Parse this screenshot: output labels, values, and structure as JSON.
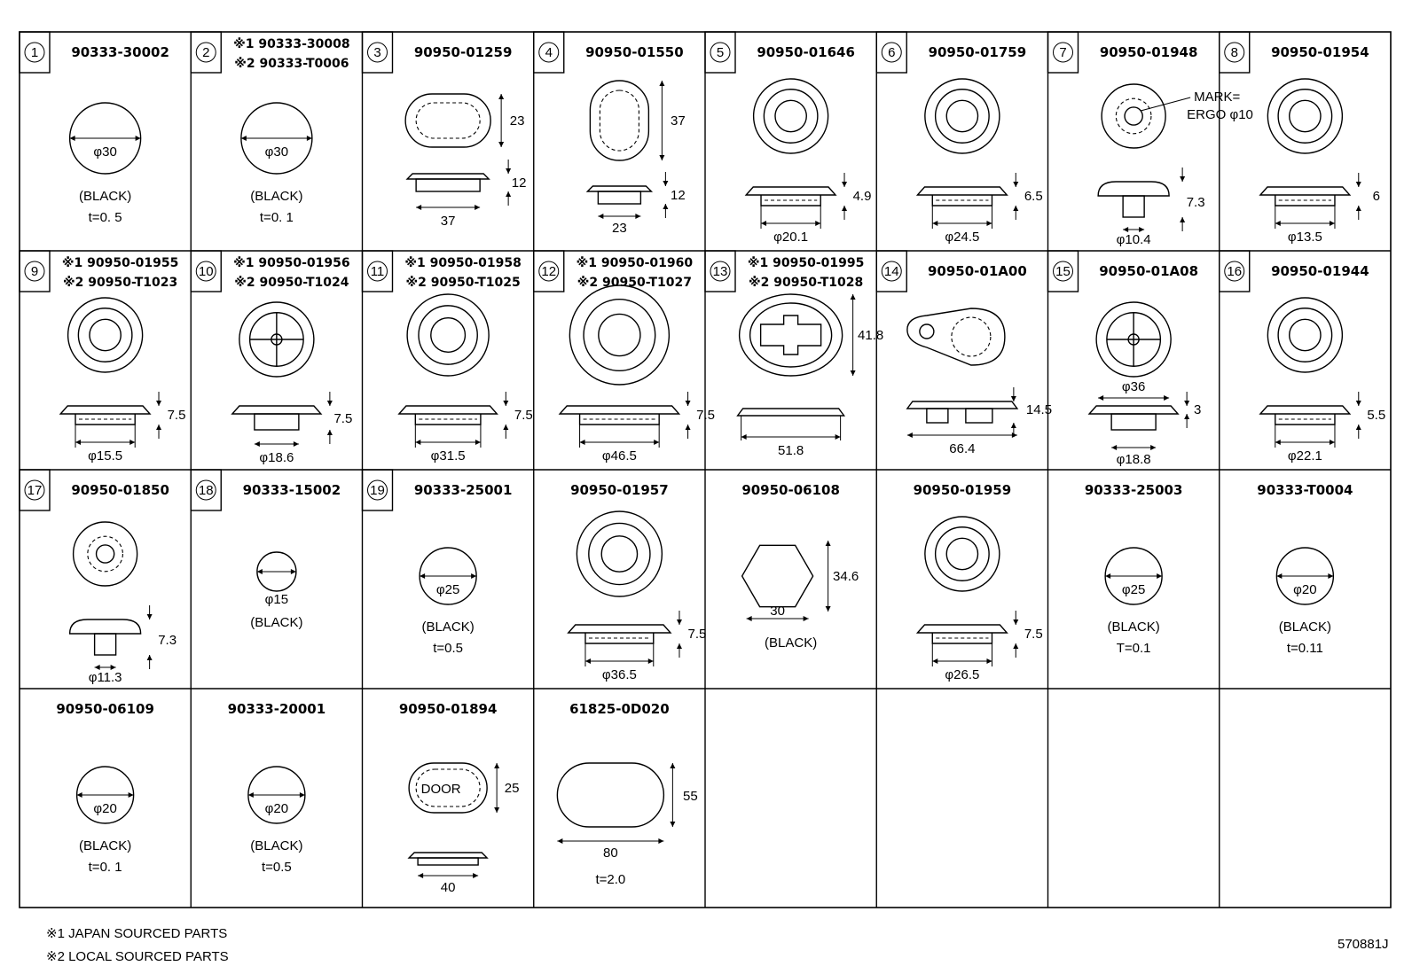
{
  "cells": [
    {
      "num": "1",
      "parts": [
        "90333-30002"
      ],
      "shape": "circle",
      "dims": [
        "φ30"
      ],
      "notes": [
        "(BLACK)",
        "t=0. 5"
      ]
    },
    {
      "num": "2",
      "parts": [
        "※1 90333-30008",
        "※2 90333-T0006"
      ],
      "shape": "circle",
      "dims": [
        "φ30"
      ],
      "notes": [
        "(BLACK)",
        "t=0. 1"
      ]
    },
    {
      "num": "3",
      "parts": [
        "90950-01259"
      ],
      "shape": "oval-grommet",
      "dims": [
        "23",
        "12",
        "37"
      ],
      "notes": []
    },
    {
      "num": "4",
      "parts": [
        "90950-01550"
      ],
      "shape": "vertical-oval-grommet",
      "dims": [
        "37",
        "12",
        "23"
      ],
      "notes": []
    },
    {
      "num": "5",
      "parts": [
        "90950-01646"
      ],
      "shape": "round-grommet",
      "dims": [
        "4.9",
        "φ20.1"
      ],
      "notes": []
    },
    {
      "num": "6",
      "parts": [
        "90950-01759"
      ],
      "shape": "round-grommet",
      "dims": [
        "6.5",
        "φ24.5"
      ],
      "notes": []
    },
    {
      "num": "7",
      "parts": [
        "90950-01948"
      ],
      "shape": "split-grommet",
      "dims": [
        "MARK=",
        "ERGO φ10",
        "7.3",
        "φ10.4"
      ],
      "notes": []
    },
    {
      "num": "8",
      "parts": [
        "90950-01954"
      ],
      "shape": "round-grommet",
      "dims": [
        "6",
        "φ13.5"
      ],
      "notes": []
    },
    {
      "num": "9",
      "parts": [
        "※1 90950-01955",
        "※2 90950-T1023"
      ],
      "shape": "round-grommet",
      "dims": [
        "7.5",
        "φ15.5"
      ],
      "notes": []
    },
    {
      "num": "10",
      "parts": [
        "※1 90950-01956",
        "※2 90950-T1024"
      ],
      "shape": "cross-grommet",
      "dims": [
        "7.5",
        "φ18.6"
      ],
      "notes": []
    },
    {
      "num": "11",
      "parts": [
        "※1 90950-01958",
        "※2 90950-T1025"
      ],
      "shape": "round-grommet",
      "dims": [
        "7.5",
        "φ31.5"
      ],
      "notes": []
    },
    {
      "num": "12",
      "parts": [
        "※1 90950-01960",
        "※2 90950-T1027"
      ],
      "shape": "round-grommet",
      "dims": [
        "7.5",
        "φ46.5"
      ],
      "notes": []
    },
    {
      "num": "13",
      "parts": [
        "※1 90950-01995",
        "※2 90950-T1028"
      ],
      "shape": "oval-key-grommet",
      "dims": [
        "41.8",
        "51.8"
      ],
      "notes": []
    },
    {
      "num": "14",
      "parts": [
        "90950-01A00"
      ],
      "shape": "teardrop-grommet",
      "dims": [
        "14.5",
        "66.4"
      ],
      "notes": []
    },
    {
      "num": "15",
      "parts": [
        "90950-01A08"
      ],
      "shape": "cross-grommet",
      "dims": [
        "φ36",
        "3",
        "φ18.8"
      ],
      "notes": []
    },
    {
      "num": "16",
      "parts": [
        "90950-01944"
      ],
      "shape": "round-grommet",
      "dims": [
        "5.5",
        "φ22.1"
      ],
      "notes": []
    },
    {
      "num": "17",
      "parts": [
        "90950-01850"
      ],
      "shape": "split-grommet",
      "dims": [
        "7.3",
        "φ11.3"
      ],
      "notes": []
    },
    {
      "num": "18",
      "parts": [
        "90333-15002"
      ],
      "shape": "circle",
      "dims": [
        "φ15"
      ],
      "notes": [
        "(BLACK)"
      ]
    },
    {
      "num": "19",
      "parts": [
        "90333-25001"
      ],
      "shape": "circle",
      "dims": [
        "φ25"
      ],
      "notes": [
        "(BLACK)",
        "t=0.5"
      ]
    },
    {
      "num": "",
      "parts": [
        "90950-01957"
      ],
      "shape": "round-grommet",
      "dims": [
        "7.5",
        "φ36.5"
      ],
      "notes": []
    },
    {
      "num": "",
      "parts": [
        "90950-06108"
      ],
      "shape": "hexagon",
      "dims": [
        "34.6",
        "30"
      ],
      "notes": [
        "(BLACK)"
      ]
    },
    {
      "num": "",
      "parts": [
        "90950-01959"
      ],
      "shape": "round-grommet",
      "dims": [
        "7.5",
        "φ26.5"
      ],
      "notes": []
    },
    {
      "num": "",
      "parts": [
        "90333-25003"
      ],
      "shape": "circle",
      "dims": [
        "φ25"
      ],
      "notes": [
        "(BLACK)",
        "T=0.1"
      ]
    },
    {
      "num": "",
      "parts": [
        "90333-T0004"
      ],
      "shape": "circle",
      "dims": [
        "φ20"
      ],
      "notes": [
        "(BLACK)",
        "t=0.11"
      ]
    },
    {
      "num": "",
      "parts": [
        "90950-06109"
      ],
      "shape": "circle",
      "dims": [
        "φ20"
      ],
      "notes": [
        "(BLACK)",
        "t=0. 1"
      ]
    },
    {
      "num": "",
      "parts": [
        "90333-20001"
      ],
      "shape": "circle",
      "dims": [
        "φ20"
      ],
      "notes": [
        "(BLACK)",
        "t=0.5"
      ]
    },
    {
      "num": "",
      "parts": [
        "90950-01894"
      ],
      "shape": "door-grommet",
      "dims": [
        "DOOR",
        "25",
        "40"
      ],
      "notes": []
    },
    {
      "num": "",
      "parts": [
        "61825-0D020"
      ],
      "shape": "oval-plate",
      "dims": [
        "55",
        "80"
      ],
      "notes": [
        "t=2.0"
      ]
    },
    {
      "num": "",
      "parts": [],
      "shape": "empty",
      "dims": [],
      "notes": []
    },
    {
      "num": "",
      "parts": [],
      "shape": "empty",
      "dims": [],
      "notes": []
    },
    {
      "num": "",
      "parts": [],
      "shape": "empty",
      "dims": [],
      "notes": []
    },
    {
      "num": "",
      "parts": [],
      "shape": "empty",
      "dims": [],
      "notes": []
    }
  ],
  "footer": {
    "note1": "※1 JAPAN SOURCED PARTS",
    "note2": "※2 LOCAL SOURCED PARTS",
    "code": "570881J"
  }
}
